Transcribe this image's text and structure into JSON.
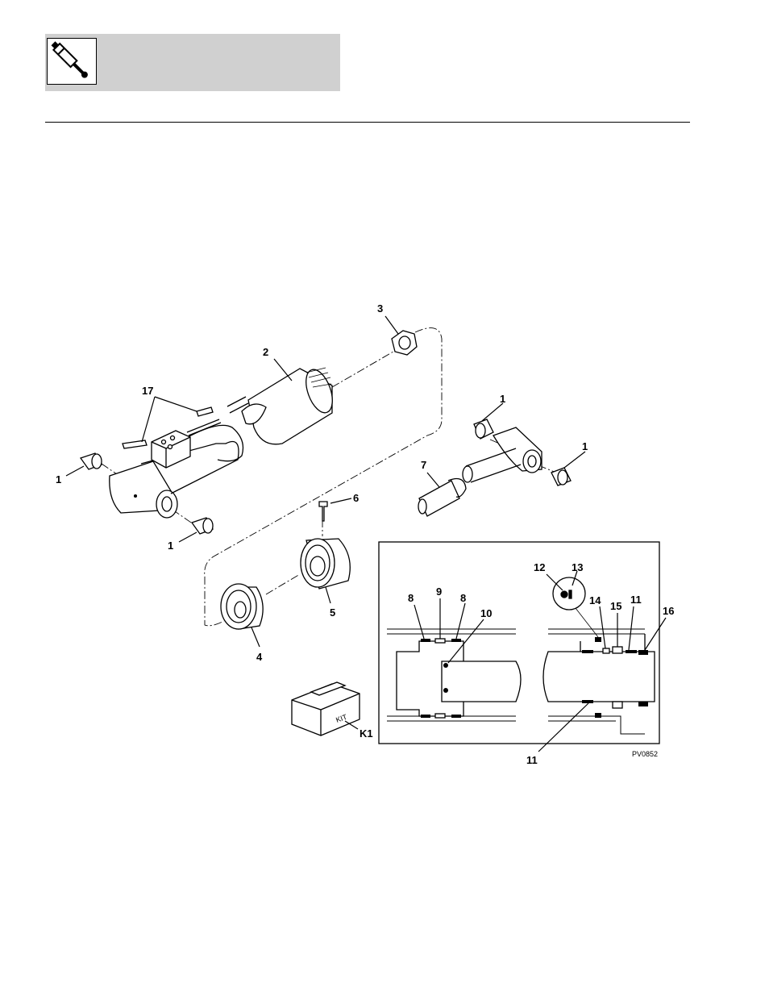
{
  "header": {
    "icon": "hydraulic-cylinder-icon"
  },
  "callouts": {
    "c1a": "1",
    "c1b": "1",
    "c1c": "1",
    "c1d": "1",
    "c2": "2",
    "c3": "3",
    "c4": "4",
    "c5": "5",
    "c6": "6",
    "c7": "7",
    "c8a": "8",
    "c8b": "8",
    "c9": "9",
    "c10": "10",
    "c11a": "11",
    "c11b": "11",
    "c12": "12",
    "c13": "13",
    "c14": "14",
    "c15": "15",
    "c16": "16",
    "c17": "17",
    "ck1": "K1"
  },
  "kit_label": "KIT",
  "figure_code": "PV0852"
}
